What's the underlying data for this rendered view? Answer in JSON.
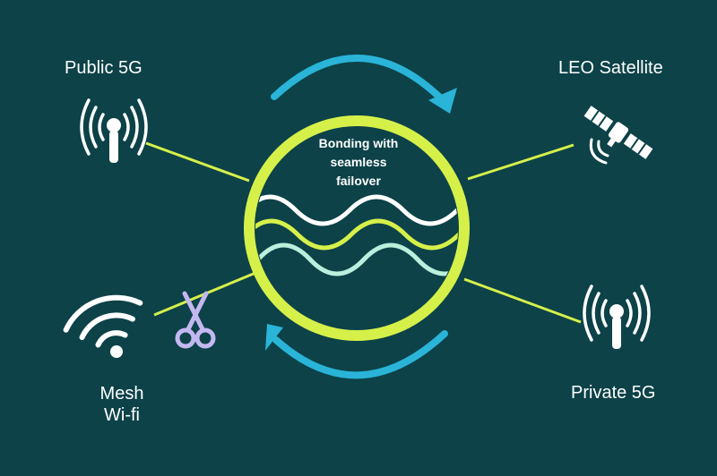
{
  "center": {
    "line1": "Bonding with",
    "line2": "seamless",
    "line3": "failover"
  },
  "nodes": {
    "public_5g": "Public 5G",
    "leo_satellite": "LEO Satellite",
    "private_5g": "Private 5G",
    "mesh_line1": "Mesh",
    "mesh_line2": "Wi-fi"
  },
  "colors": {
    "background": "#0c4248",
    "ring": "#d6f04a",
    "connector": "#d6f04a",
    "arrow": "#29b4d8",
    "wave_white": "#ffffff",
    "wave_lime": "#d6f04a",
    "wave_mint": "#b9efdc",
    "scissors": "#c4b8f2",
    "icon": "#ffffff"
  }
}
